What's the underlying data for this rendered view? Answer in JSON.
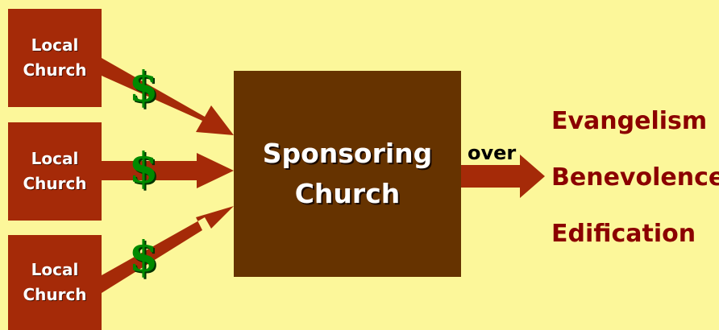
{
  "local_churches": [
    "Local\nChurch",
    "Local\nChurch",
    "Local\nChurch"
  ],
  "money_symbol": "$",
  "sponsoring_church": "Sponsoring\nChurch",
  "connector_label": "over",
  "purposes": [
    "Evangelism",
    "Benevolence",
    "Edification"
  ],
  "colors": {
    "background": "#fcf79a",
    "local_church_box": "#a52a08",
    "sponsoring_box": "#663300",
    "arrow": "#a52a08",
    "dollar": "#008a00",
    "purpose_text": "#8b0000"
  }
}
